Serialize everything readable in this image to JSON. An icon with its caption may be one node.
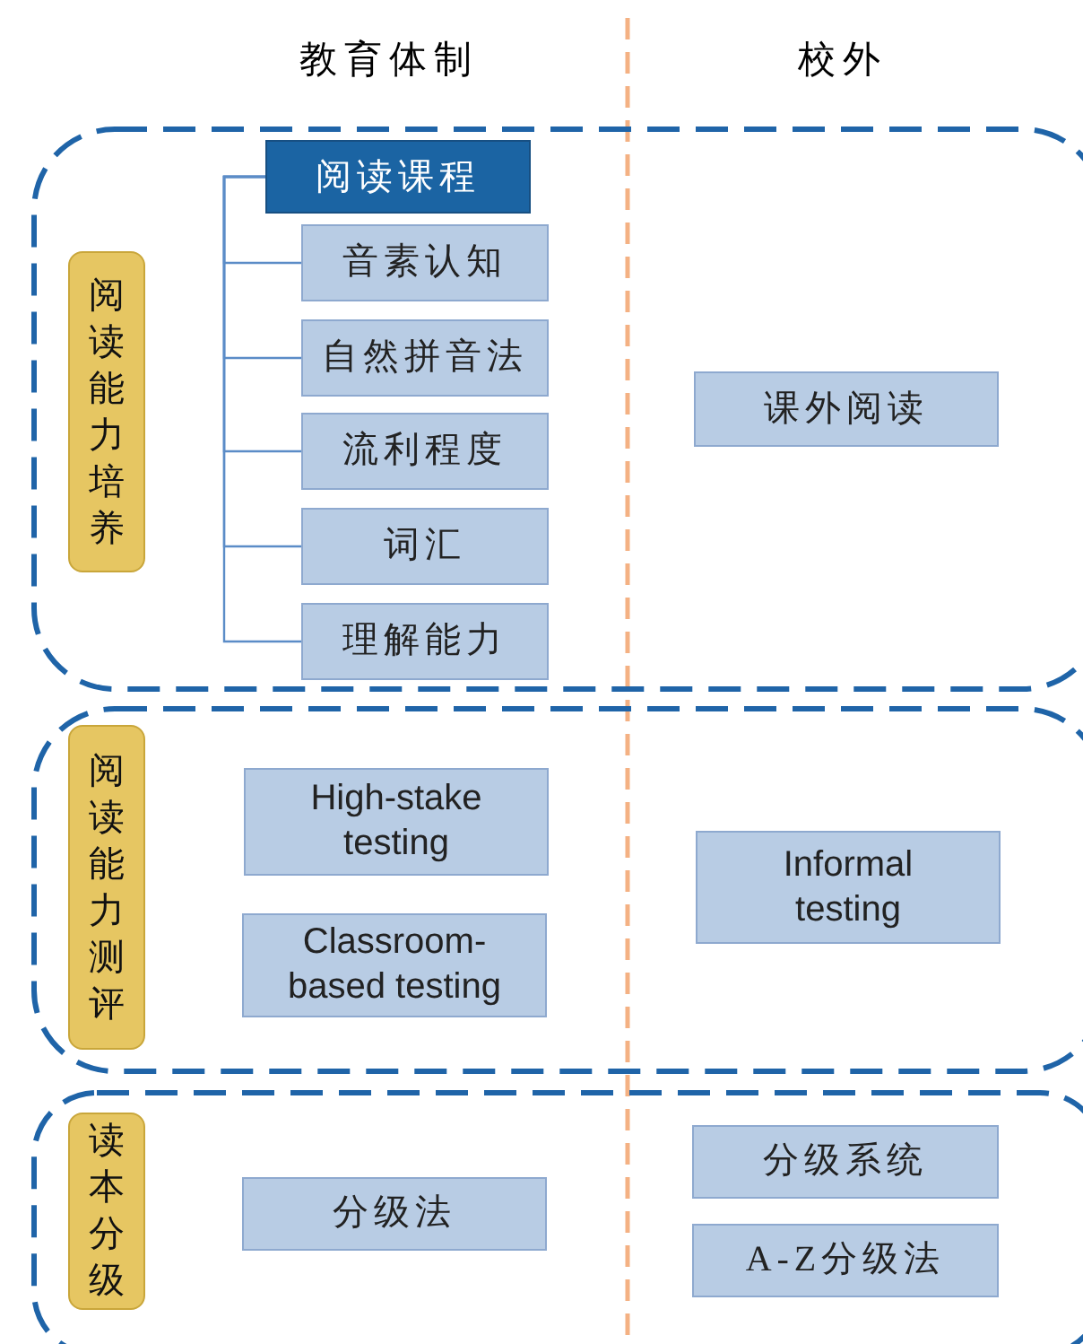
{
  "diagram": {
    "nodes": [
      {
        "text": [],
        "shape": "box"
      },
      {
        "text": [
          "阅读能力培养"
        ],
        "in": 0
      },
      {
        "text": [
          "阅读课程"
        ],
        "in": 0
      },
      {
        "text": [
          "音素认知"
        ],
        "in": 0
      },
      {
        "text": [
          "自然拼音法"
        ],
        "in": 0
      },
      {
        "text": [
          "流利程度"
        ],
        "in": 0
      },
      {
        "text": [
          "词汇"
        ],
        "in": 0
      },
      {
        "text": [
          "理解能力"
        ],
        "in": 0
      },
      {
        "text": [
          "课外阅读"
        ],
        "in": 0
      },
      {
        "text": [],
        "shape": "box"
      },
      {
        "text": [
          "阅读能力测评"
        ],
        "in": 9
      },
      {
        "text": [
          "High-stake testing"
        ],
        "in": 9
      },
      {
        "text": [
          "Classroom-based testing"
        ],
        "in": 9
      },
      {
        "text": [
          "Informal testing"
        ],
        "in": 9
      },
      {
        "text": [],
        "shape": "box"
      },
      {
        "text": [
          "读本分级"
        ],
        "in": 14
      },
      {
        "text": [
          "分级法"
        ],
        "in": 14
      },
      {
        "text": [
          "分级系统"
        ],
        "in": 14
      },
      {
        "text": [
          "A-Z分级法"
        ],
        "in": 14
      }
    ],
    "edges": [
      {
        "from": 2,
        "to": 3,
        "arrow": "none"
      },
      {
        "from": 2,
        "to": 4,
        "arrow": "none"
      },
      {
        "from": 2,
        "to": 5,
        "arrow": "none"
      },
      {
        "from": 2,
        "to": 6,
        "arrow": "none"
      },
      {
        "from": 2,
        "to": 7,
        "arrow": "none"
      }
    ],
    "labels": [
      "教育体制",
      "校外"
    ]
  }
}
